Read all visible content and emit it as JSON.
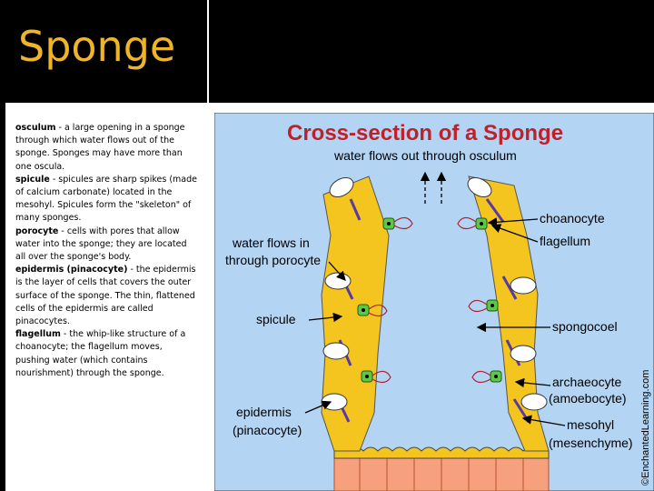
{
  "slide": {
    "title": "Sponge"
  },
  "definitions": [
    {
      "term": "osculum",
      "text": " - a large opening in a sponge through which water flows out of the sponge. Sponges may have more than one oscula."
    },
    {
      "term": "spicule",
      "text": " - spicules are sharp spikes (made of calcium carbonate) located in the mesohyl. Spicules form the \"skeleton\" of many sponges."
    },
    {
      "term": "porocyte",
      "text": " - cells with pores that allow water into the sponge; they are located all over the sponge's body."
    },
    {
      "term": "epidermis (pinacocyte)",
      "text": " - the epidermis is the layer of cells that covers the outer surface of the sponge. The thin, flattened cells of the epidermis are called pinacocytes."
    },
    {
      "term": "flagellum",
      "text": " - the whip-like structure of a choanocyte; the flagellum moves, pushing water (which contains nourishment) through the sponge."
    }
  ],
  "diagram": {
    "title": "Cross-section of a Sponge",
    "labels": {
      "osculum_flow": "water flows out through osculum",
      "choanocyte": "choanocyte",
      "flagellum": "flagellum",
      "porocyte_flow_1": "water flows in",
      "porocyte_flow_2": "through porocyte",
      "spicule": "spicule",
      "spongocoel": "spongocoel",
      "archaeocyte_1": "archaeocyte",
      "archaeocyte_2": "(amoebocyte)",
      "epidermis_1": "epidermis",
      "epidermis_2": "(pinacocyte)",
      "mesohyl_1": "mesohyl",
      "mesohyl_2": "(mesenchyme)"
    },
    "watermark": "©EnchantedLearning.com",
    "colors": {
      "background": "#b3d4f2",
      "body_wall": "#f4c51f",
      "base_cells": "#f6a07e",
      "title": "#c0202a"
    }
  }
}
